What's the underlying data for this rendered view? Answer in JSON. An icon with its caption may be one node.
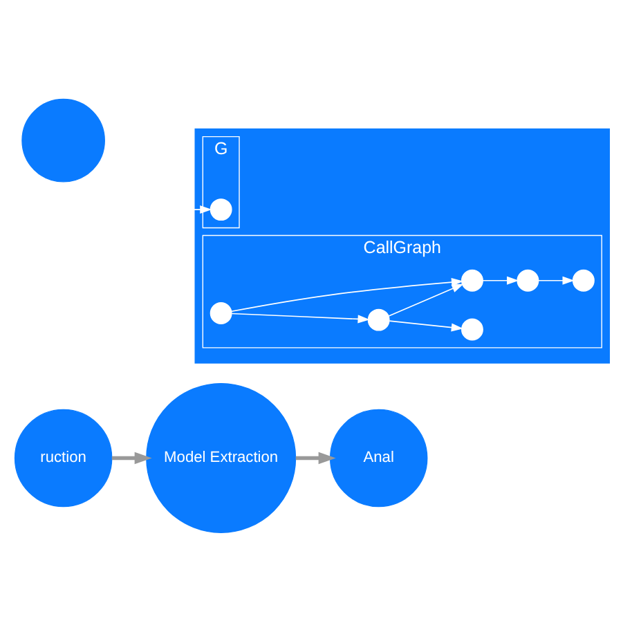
{
  "diagram": {
    "nodes": [
      {
        "text": [
          "ruction"
        ]
      },
      {
        "text": [
          "Model Extraction"
        ]
      },
      {
        "text": [
          "Anal"
        ]
      },
      {
        "text": [],
        "shape": "box"
      },
      {
        "text": [
          "G"
        ],
        "in": 3
      },
      {
        "text": [],
        "shape": "circle",
        "in": 4
      },
      {
        "text": [
          "CallGraph"
        ],
        "in": 3
      },
      {
        "text": [],
        "shape": "circle",
        "in": 6
      },
      {
        "text": [],
        "shape": "circle",
        "in": 6
      },
      {
        "text": [],
        "shape": "circle",
        "in": 6
      },
      {
        "text": [],
        "shape": "circle",
        "in": 6
      },
      {
        "text": [],
        "shape": "circle",
        "in": 6
      },
      {
        "text": [],
        "shape": "circle",
        "in": 6
      },
      {
        "text": [],
        "shape": "circle"
      }
    ],
    "edges": [
      {
        "from": 0,
        "to": 1,
        "arrow": "to",
        "style": "thick",
        "color": "#999999"
      },
      {
        "from": 1,
        "to": 2,
        "arrow": "to",
        "style": "thick",
        "color": "#999999"
      },
      {
        "from": null,
        "to": 5,
        "arrow": "to"
      },
      {
        "from": 7,
        "to": 8,
        "arrow": "to"
      },
      {
        "from": 7,
        "to": 9,
        "arrow": "to"
      },
      {
        "from": 8,
        "to": 9,
        "arrow": "to"
      },
      {
        "from": 9,
        "to": 10,
        "arrow": "to"
      },
      {
        "from": 8,
        "to": 11,
        "arrow": "to"
      },
      {
        "from": 10,
        "to": 12,
        "arrow": "to"
      }
    ]
  }
}
